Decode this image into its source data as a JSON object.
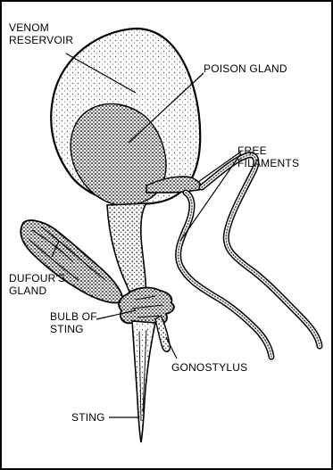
{
  "labels": {
    "venom_reservoir": [
      "VENOM",
      "RESERVOIR"
    ],
    "poison_gland": "POISON GLAND",
    "free_filaments": [
      "FREE",
      "FILAMENTS"
    ],
    "dufours_gland": [
      "DUFOUR'S",
      "GLAND"
    ],
    "bulb_of_sting": [
      "BULB OF",
      "STING"
    ],
    "gonostylus": "GONOSTYLUS",
    "sting": "STING"
  },
  "colors": {
    "ink": "#000000",
    "stipple": "#4a4a4a",
    "paper": "#ffffff"
  }
}
